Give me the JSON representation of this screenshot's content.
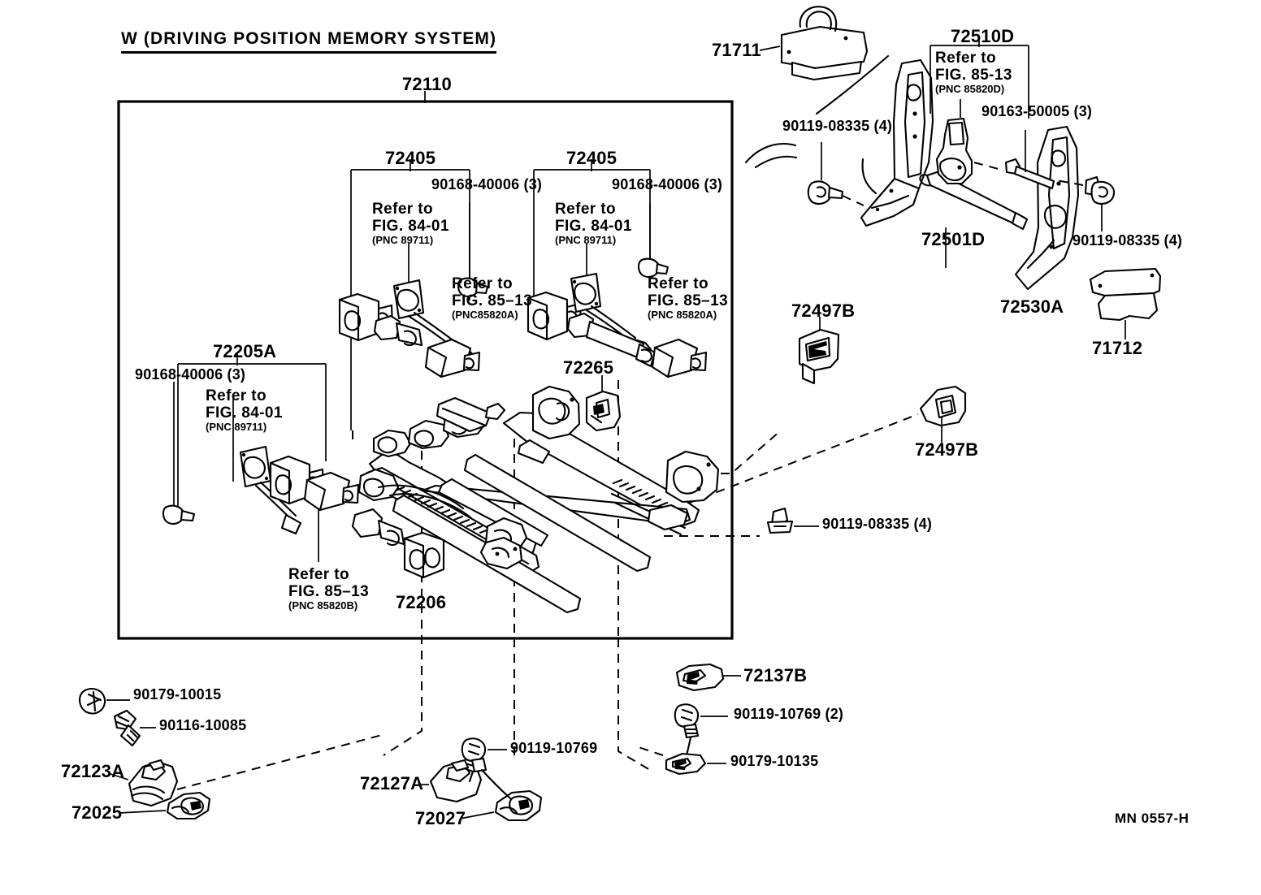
{
  "diagram": {
    "title": "W (DRIVING POSITION MEMORY SYSTEM)",
    "figure_code": "MN 0557-H",
    "main_group_number": "72110"
  },
  "labels": {
    "sub_72405_left": "72405",
    "sub_72405_right": "72405",
    "bolt_90168_left": "90168-40006 (3)",
    "bolt_90168_right": "90168-40006 (3)",
    "bolt_90168_lower_left": "90168-40006 (3)",
    "part_72205A": "72205A",
    "part_72206": "72206",
    "part_72265": "72265",
    "part_72497B_upper": "72497B",
    "part_72497B_lower": "72497B",
    "bolt_90119_08335_seat": "90119-08335 (4)",
    "part_71711": "71711",
    "part_71712": "71712",
    "part_72510D": "72510D",
    "part_72501D": "72501D",
    "part_72530A": "72530A",
    "bolt_90119_08335_left": "90119-08335 (4)",
    "bolt_90119_08335_right": "90119-08335 (4)",
    "bolt_90163_50005": "90163-50005 (3)",
    "nut_90179_10015": "90179-10015",
    "bolt_90116_10085": "90116-10085",
    "part_72123A": "72123A",
    "part_72025": "72025",
    "part_72127A": "72127A",
    "part_72027": "72027",
    "bolt_90119_10769_center": "90119-10769",
    "part_72137B": "72137B",
    "bolt_90119_10769_right": "90119-10769 (2)",
    "nut_90179_10135": "90179-10135"
  },
  "refs": {
    "ref_84_01_a": {
      "line1": "Refer to",
      "line2": "FIG. 84-01",
      "line3": "(PNC 89711)"
    },
    "ref_84_01_b": {
      "line1": "Refer to",
      "line2": "FIG. 84-01",
      "line3": "(PNC 89711)"
    },
    "ref_84_01_c": {
      "line1": "Refer to",
      "line2": "FIG. 84-01",
      "line3": "(PNC 89711)"
    },
    "ref_85_13_a": {
      "line1": "Refer to",
      "line2": "FIG. 85–13",
      "line3": "(PNC85820A)"
    },
    "ref_85_13_b": {
      "line1": "Refer to",
      "line2": "FIG. 85–13",
      "line3": "(PNC 85820A)"
    },
    "ref_85_13_c": {
      "line1": "Refer to",
      "line2": "FIG. 85–13",
      "line3": "(PNC 85820B)"
    },
    "ref_85_13_d": {
      "line1": "Refer to",
      "line2": "FIG. 85-13",
      "line3": "(PNC 85820D)"
    }
  },
  "colors": {
    "ink": "#000000",
    "paper": "#ffffff"
  }
}
